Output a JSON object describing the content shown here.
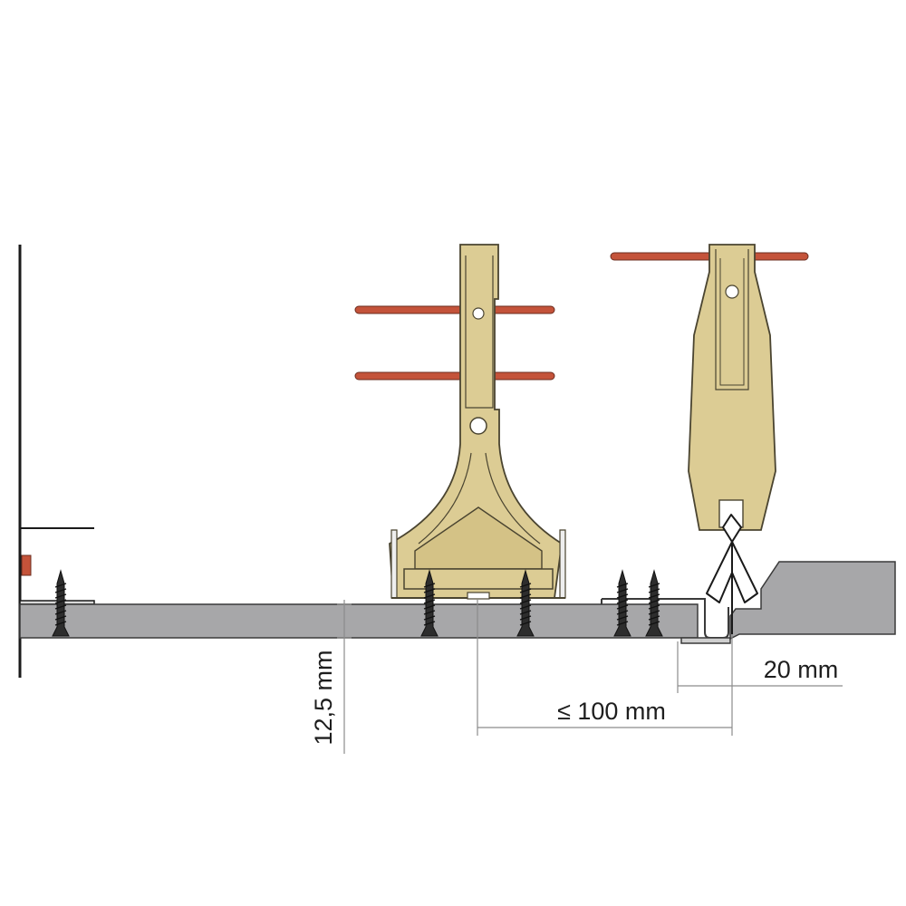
{
  "dimensions": {
    "board_thickness": "12,5 mm",
    "max_spacing": "≤ 100 mm",
    "edge_gap": "20 mm"
  },
  "colors": {
    "board": "#a7a7a9",
    "board_edge": "#3a3a3a",
    "hanger": "#dccc94",
    "hanger_outline": "#4a4430",
    "rod": "#c4533a",
    "screw": "#2d2d2d",
    "dim_line": "#8c8c8c",
    "text": "#1e1e1e"
  },
  "icons": {
    "screw": "screw-icon",
    "hanger_left": "direct-hanger-icon",
    "hanger_right": "spring-clip-hanger-icon"
  }
}
